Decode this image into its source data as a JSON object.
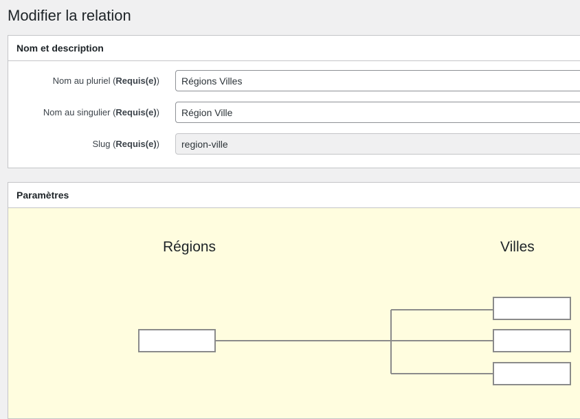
{
  "page": {
    "title": "Modifier la relation"
  },
  "names_box": {
    "title": "Nom et description",
    "required_marker": "Requis(e)",
    "fields": [
      {
        "label": "Nom au pluriel",
        "value": "Régions Villes",
        "readonly": false
      },
      {
        "label": "Nom au singulier",
        "value": "Région Ville",
        "readonly": false
      },
      {
        "label": "Slug",
        "value": "region-ville",
        "readonly": true
      }
    ]
  },
  "params_box": {
    "title": "Paramètres",
    "diagram": {
      "left_title": "Régions",
      "right_title": "Villes",
      "colors": {
        "background": "#fffddf",
        "stroke": "#8a8a8a",
        "box_fill": "#ffffff"
      }
    }
  }
}
